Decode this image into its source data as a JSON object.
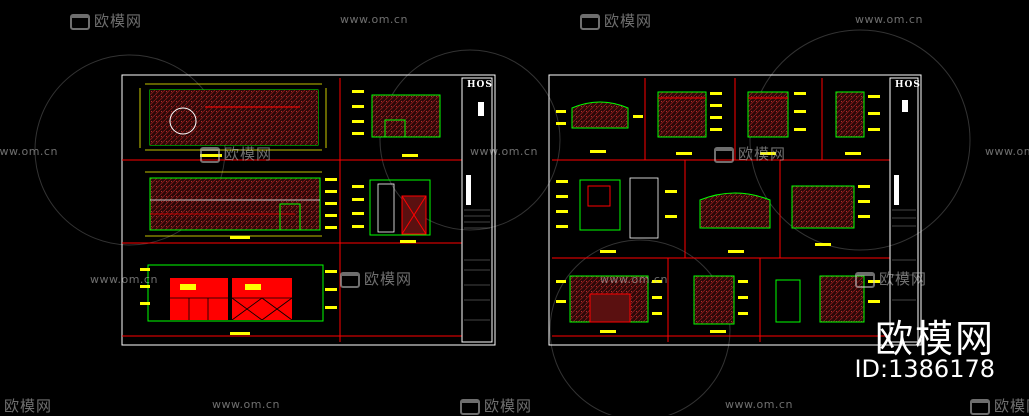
{
  "watermarks": {
    "logo_text": "欧模网",
    "url_text": "www.om.cn"
  },
  "brand": {
    "name": "欧模网",
    "id": "ID:1386178"
  },
  "sheets": [
    {
      "titleblock_logo": "HOS"
    },
    {
      "titleblock_logo": "HOS"
    }
  ],
  "colors": {
    "frame": "#ffffff",
    "divider": "#ff0000",
    "dimension": "#ffff00",
    "fill": "#ff0000",
    "lines": "#00ff00",
    "hatch": "#8a1a1a"
  }
}
